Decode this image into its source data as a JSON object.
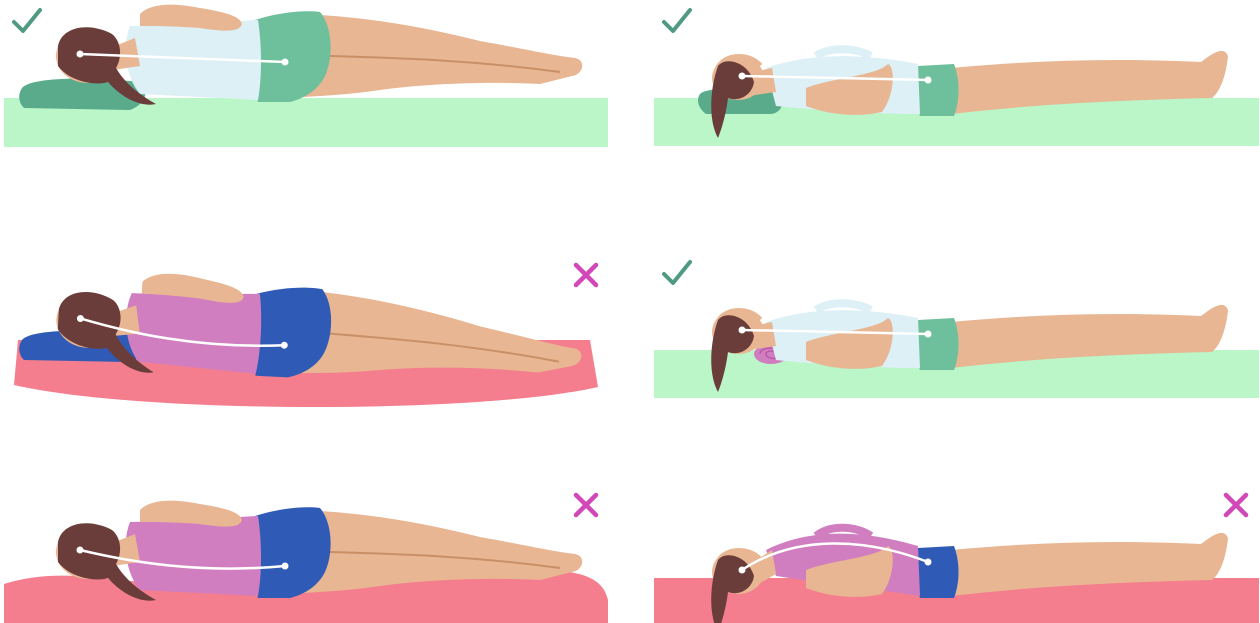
{
  "colors": {
    "good": "#4f9a80",
    "bad": "#d248b8",
    "mattress_good": "#baf6c8",
    "mattress_bad": "#f47e8e",
    "skin": "#e8b692",
    "skin_shadow": "#c98f67",
    "hair": "#6a3d3a",
    "top_good": "#dcf0f6",
    "bottom_good": "#6ebf9b",
    "top_bad": "#d17ec1",
    "bottom_bad": "#2f5ab5",
    "pillow_good": "#5aab8c",
    "pillow_bad": "#2f5ab5",
    "towel_roll": "#d17ec1",
    "spine_line": "#ffffff"
  },
  "panels": [
    {
      "id": "side-pillow-firm-mattress",
      "posture": "side",
      "verdict": "correct",
      "verdict_icon": "check-icon",
      "pillow": "standard",
      "mattress": "flat-firm",
      "spine": "straight"
    },
    {
      "id": "back-pillow-firm-mattress",
      "posture": "back",
      "verdict": "correct",
      "verdict_icon": "check-icon",
      "pillow": "standard",
      "mattress": "flat-firm",
      "spine": "straight"
    },
    {
      "id": "side-pillow-sagging-mattress",
      "posture": "side",
      "verdict": "incorrect",
      "verdict_icon": "cross-icon",
      "pillow": "standard",
      "mattress": "sagging",
      "spine": "curved"
    },
    {
      "id": "back-towel-roll-firm-mattress",
      "posture": "back",
      "verdict": "correct",
      "verdict_icon": "check-icon",
      "pillow": "neck-roll",
      "mattress": "flat-firm",
      "spine": "straight"
    },
    {
      "id": "side-no-pillow-soft-mattress",
      "posture": "side",
      "verdict": "incorrect",
      "verdict_icon": "cross-icon",
      "pillow": "none",
      "mattress": "lumpy-soft",
      "spine": "curved"
    },
    {
      "id": "back-no-pillow-firm-mattress",
      "posture": "back",
      "verdict": "incorrect",
      "verdict_icon": "cross-icon",
      "pillow": "none",
      "mattress": "flat-firm",
      "spine": "arched"
    }
  ]
}
